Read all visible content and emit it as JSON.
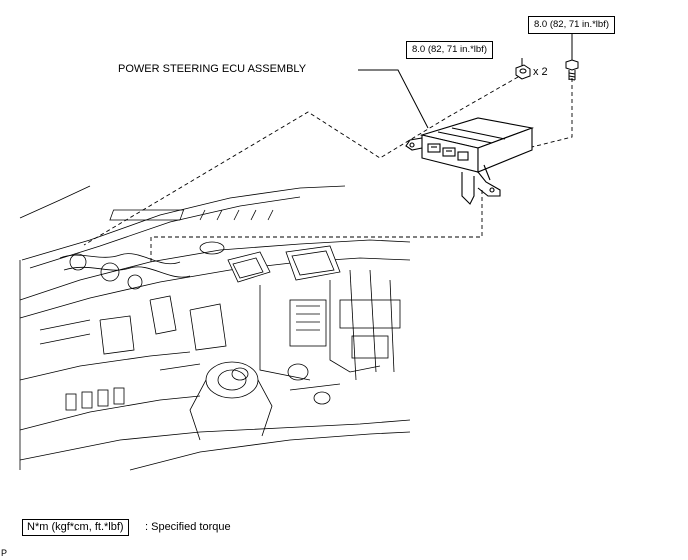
{
  "labels": {
    "component": "POWER STEERING ECU ASSEMBLY",
    "quantity": "x 2",
    "corner_mark": "P"
  },
  "torque": {
    "nut": "8.0 (82, 71 in.*lbf)",
    "bolt": "8.0 (82, 71 in.*lbf)"
  },
  "legend": {
    "units_box": "N*m (kgf*cm, ft.*lbf)",
    "description": ": Specified torque"
  }
}
